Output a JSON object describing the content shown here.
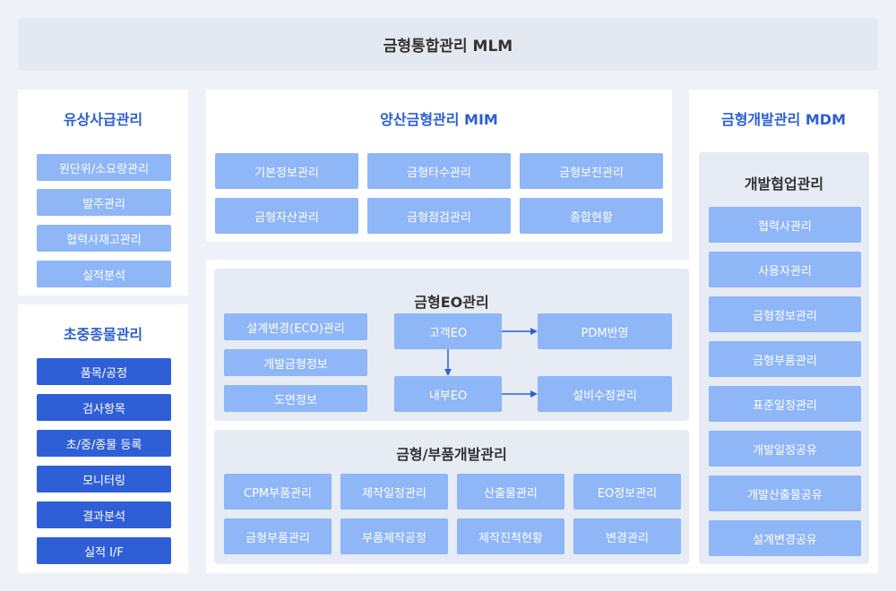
{
  "header": {
    "title": "금형통합관리 MLM"
  },
  "paid": {
    "title": "유상사급관리",
    "items": [
      "원단위/소요량관리",
      "발주관리",
      "협력사재고관리",
      "실적분석"
    ]
  },
  "initial": {
    "title": "초중종물관리",
    "items": [
      "품목/공정",
      "검사항목",
      "초/중/종물 등록",
      "모니터링",
      "결과분석",
      "실적 I/F"
    ]
  },
  "mim": {
    "title": "양산금형관리 MIM",
    "items": [
      "기본정보관리",
      "금형타수관리",
      "금형보전관리",
      "금형자산관리",
      "금형점검관리",
      "종합현황"
    ]
  },
  "eo": {
    "title": "금형EO관리",
    "left_items": [
      "설계변경(ECO)관리",
      "개발금형정보",
      "도면정보"
    ],
    "flow": {
      "customer_eo": "고객EO",
      "pdm": "PDM반영",
      "internal_eo": "내부EO",
      "equipment": "설비수정관리"
    }
  },
  "parts": {
    "title": "금형/부품개발관리",
    "items": [
      "CPM부품관리",
      "제작일정관리",
      "산출물관리",
      "EO정보관리",
      "금형부품관리",
      "부품제작공정",
      "제작진척현황",
      "변경관리"
    ]
  },
  "mdm": {
    "title": "금형개발관리 MDM",
    "sub_title": "개발협업관리",
    "items": [
      "협력사관리",
      "사용자관리",
      "금형정보관리",
      "금형부품관리",
      "표준일정관리",
      "개발일정공유",
      "개발산출물공유",
      "설계변경공유"
    ]
  },
  "colors": {
    "accent": "#2b5fd1",
    "light_box": "#8fb6f6",
    "dark_box": "#2f5fd6"
  }
}
